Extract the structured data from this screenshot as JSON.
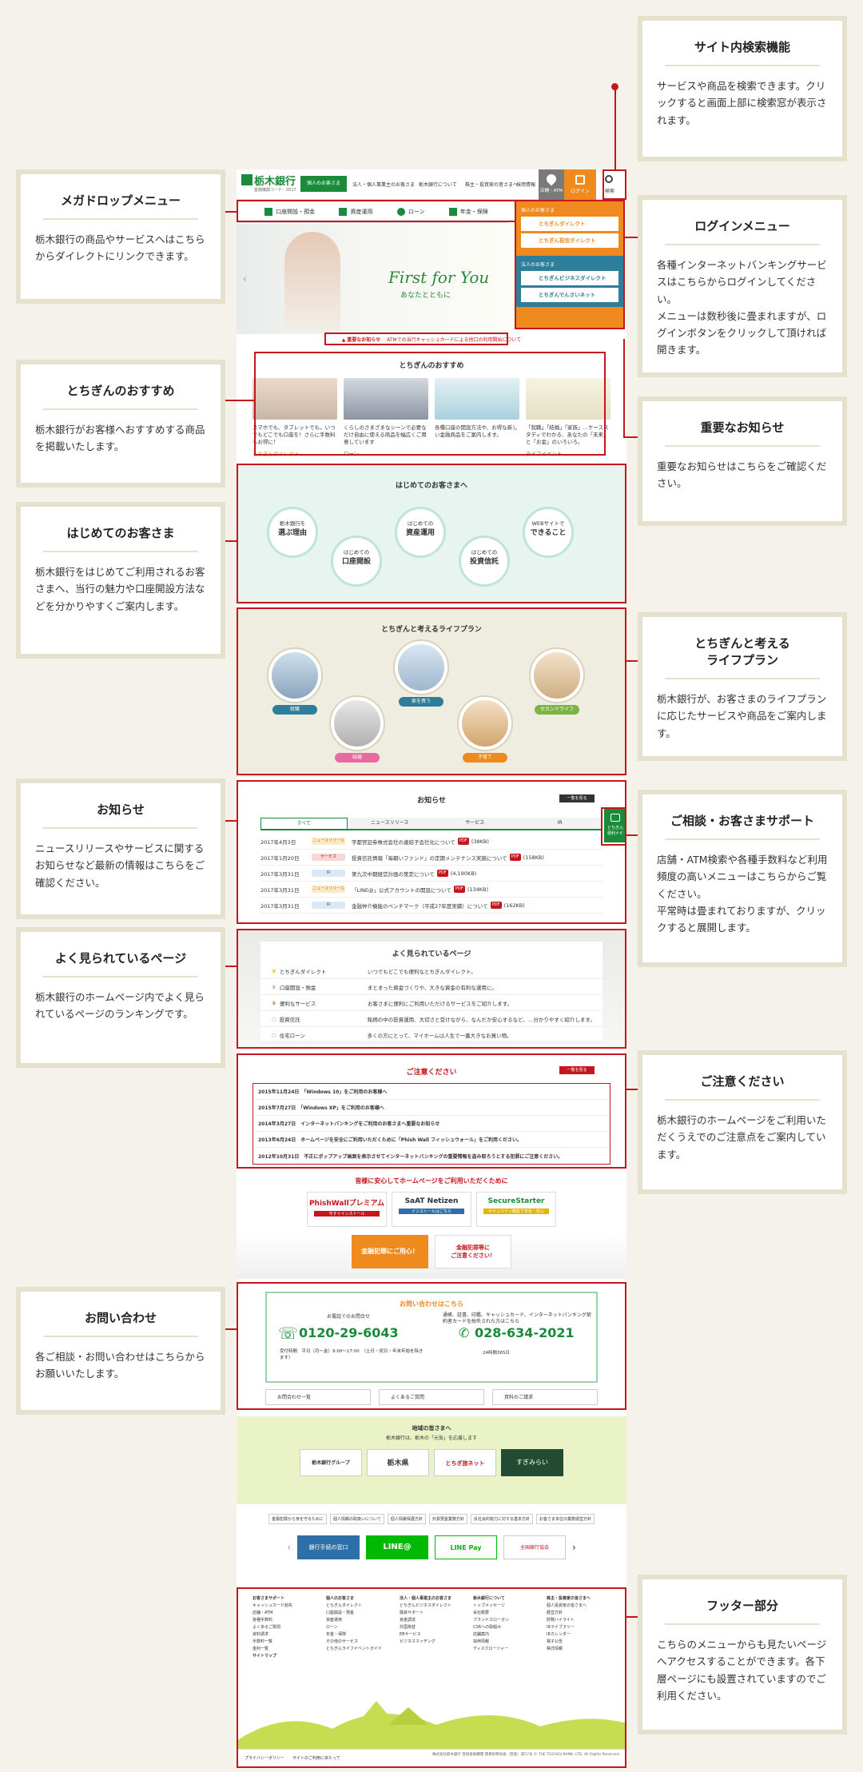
{
  "callouts": {
    "site_search": {
      "title": "サイト内検索機能",
      "desc": "サービスや商品を検索できます。クリックすると画面上部に検索窓が表示されます。"
    },
    "megadrop": {
      "title": "メガドロップメニュー",
      "desc": "栃木銀行の商品やサービスへはこちらからダイレクトにリンクできます。"
    },
    "login": {
      "title": "ログインメニュー",
      "desc": "各種インターネットバンキングサービスはこちらからログインしてください。\nメニューは数秒後に畳まれますが、ログインボタンをクリックして頂ければ開きます。"
    },
    "recommend": {
      "title": "とちぎんのおすすめ",
      "desc": "栃木銀行がお客様へおすすめする商品を掲載いたします。"
    },
    "important": {
      "title": "重要なお知らせ",
      "desc": "重要なお知らせはこちらをご確認ください。"
    },
    "first_time": {
      "title": "はじめてのお客さま",
      "desc": "栃木銀行をはじめてご利用されるお客さまへ、当行の魅力や口座開設方法などを分かりやすくご案内します。"
    },
    "lifeplan": {
      "title": "とちぎんと考える\nライフプラン",
      "desc": "栃木銀行が、お客さまのライフプランに応じたサービスや商品をご案内します。"
    },
    "news": {
      "title": "お知らせ",
      "desc": "ニュースリリースやサービスに関するお知らせなど最新の情報はこちらをご確認ください。"
    },
    "support": {
      "title": "ご相談・お客さまサポート",
      "desc": "店舗・ATM検索や各種手数料など利用頻度の高いメニューはこちらからご覧ください。\n平常時は畳まれておりますが、クリックすると展開します。"
    },
    "popular": {
      "title": "よく見られているページ",
      "desc": "栃木銀行のホームページ内でよく見られているページのランキングです。"
    },
    "caution": {
      "title": "ご注意ください",
      "desc": "栃木銀行のホームページをご利用いただくうえでのご注意点をご案内しています。"
    },
    "contact": {
      "title": "お問い合わせ",
      "desc": "各ご相談・お問い合わせはこちらからお願いいたします。"
    },
    "footer": {
      "title": "フッター部分",
      "desc": "こちらのメニューからも見たいページへアクセスすることができます。各下層ページにも設置されていますのでご利用ください。"
    }
  },
  "header": {
    "logo": "栃木銀行",
    "logo_sub": "金融機関コード：0517",
    "nav": [
      "個人のお客さま",
      "法人・個人事業主のお客さま",
      "栃木銀行について",
      "株主・投資家の皆さまへ",
      "採用情報"
    ],
    "store_atm": "店舗・ATM",
    "login": "ログイン",
    "search": "検索"
  },
  "megamenu": [
    "口座開設・預金",
    "資産運用",
    "ローン",
    "年金・保険"
  ],
  "hero": {
    "copy": "First for You",
    "sub": "あなたとともに"
  },
  "login_panel": {
    "personal_label": "個人のお客さま",
    "personal": [
      "とちぎんダイレクト",
      "とちぎん投信ダイレクト"
    ],
    "corporate_label": "法人のお客さま",
    "corporate": [
      "とちぎんビジネスダイレクト",
      "とちぎんでんさいネット"
    ]
  },
  "important_notice": {
    "label": "重要なお知らせ",
    "text": "ATMでの当行キャッシュカードによる他口の利用開始について"
  },
  "recommend": {
    "title": "とちぎんのおすすめ",
    "cards": [
      {
        "text": "スマホでも、タブレットでも。いつでもどこでも口座を！さらに手数料もお得に！",
        "tag": "とちぎんダイレクト"
      },
      {
        "text": "くらしのさまざまなシーンで必要なだけ自由に使える商品を幅広くご用意しています",
        "tag": "ローン"
      },
      {
        "text": "各種口座の開設方法や、お得な新しい金融商品をご案内します。",
        "tag": ""
      },
      {
        "text": "「就職」「結婚」「家族」…ケーススタディでわかる、あなたの「未来」と「お金」のいろいろ。",
        "tag": "ライフイベント"
      }
    ]
  },
  "first_time": {
    "title": "はじめてのお客さまへ",
    "items": [
      {
        "small": "栃木銀行を",
        "big": "選ぶ理由"
      },
      {
        "small": "はじめての",
        "big": "口座開設"
      },
      {
        "small": "はじめての",
        "big": "資産運用"
      },
      {
        "small": "はじめての",
        "big": "投資信託"
      },
      {
        "small": "WEBサイトで",
        "big": "できること"
      }
    ]
  },
  "lifeplan": {
    "title": "とちぎんと考えるライフプラン",
    "items": [
      "就職",
      "家を買う",
      "セカンドライフ",
      "結婚",
      "子育て"
    ]
  },
  "news": {
    "title": "お知らせ",
    "list_btn": "一覧を見る",
    "tabs": [
      "すべて",
      "ニュースリリース",
      "サービス",
      "IR"
    ],
    "rows": [
      {
        "date": "2017年4月3日",
        "tag": "ニュースリリース",
        "text": "宇都宮証券株式会社の連結子会社化について",
        "pdf": "PDF",
        "size": "(38KB)"
      },
      {
        "date": "2017年1月20日",
        "tag": "サービス",
        "text": "投資信託情報「毎朝いファンド」の定期メンテナンス実施について",
        "pdf": "PDF",
        "size": "(158KB)"
      },
      {
        "date": "2017年3月31日",
        "tag": "IR",
        "text": "第九次中期経営計画の策定について",
        "pdf": "PDF",
        "size": "(4,190KB)"
      },
      {
        "date": "2017年3月31日",
        "tag": "ニュースリリース",
        "text": "「LINE@」公式アカウントの開設について",
        "pdf": "PDF",
        "size": "(134KB)"
      },
      {
        "date": "2017年3月31日",
        "tag": "IR",
        "text": "金融仲介機能のベンチマーク（平成27年度実績）について",
        "pdf": "PDF",
        "size": "(162KB)"
      }
    ]
  },
  "support_tab": "とちぎん便利ナビ",
  "popular": {
    "title": "よく見られているページ",
    "rows": [
      {
        "name": "とちぎんダイレクト",
        "text": "いつでもどこでも便利なとちぎんダイレクト。"
      },
      {
        "name": "口座開設・預金",
        "text": "まとまった資金づくりや、大きな資金の有利な運用に。"
      },
      {
        "name": "便利なサービス",
        "text": "お客さまに便利にご利用いただけるサービスをご紹介します。"
      },
      {
        "name": "投資信託",
        "text": "銘柄の中の投資運用、大切さと受けながら、なんだか安心するなど、…分かりやすく紹介します。"
      },
      {
        "name": "住宅ローン",
        "text": "多くの方にとって、マイホームは人生で一番大きなお買い物。"
      }
    ]
  },
  "caution": {
    "title": "ご注意ください",
    "list_btn": "一覧を見る",
    "rows": [
      "2015年11月24日　「Windows 10」をご利用のお客様へ",
      "2015年7月27日　「Windows XP」をご利用のお客様へ",
      "2014年3月27日　インターネットバンキングをご利用のお客さまへ重要なお知らせ",
      "2013年6月24日　ホームページを安全にご利用いただくために「Phish Wall フィッシュウォール」をご利用ください。",
      "2012年10月31日　不正にポップアップ画面を表示させてインターネットバンキングの重要情報を盗み取ろうとする犯罪にご注意ください。"
    ]
  },
  "safety": {
    "title": "皆様に安心してホームページをご利用いただくために",
    "banners": [
      "PhishWallプレミアム",
      "SaAT Netizen",
      "SecureStarter"
    ],
    "banner_subs": [
      "今すぐインストール",
      "インストールはこちら",
      "セキュリティ機能で安全・安心"
    ],
    "fraud": [
      "金融犯罪にご用心！",
      "金融犯罪等に\nご注意ください！"
    ]
  },
  "contact": {
    "title": "お問い合わせはこちら",
    "left_label": "お電話でのお問合せ",
    "left_tel": "0120-29-6043",
    "left_hours": "受付時間　平日（月〜金）9:00〜17:00　（土日・祝日・年末年始を除きます）",
    "right_label": "通帳、証書、印鑑、キャッシュカード、インターネットバンキング契約者カードを紛失された方はこちら",
    "right_tel": "028-634-2021",
    "right_hours": "24時間365日",
    "buttons": [
      "お問合わせ一覧",
      "よくあるご質問",
      "資料のご請求"
    ]
  },
  "region": {
    "title": "地域の皆さまへ",
    "sub": "栃木銀行は、栃木の「元気」を応援します",
    "banners": [
      "栃木銀行グループ",
      "栃木県",
      "とちぎ旅ネット",
      "すぎみらい"
    ]
  },
  "bottom_links": [
    "金融犯罪から身を守るために",
    "個人情報の取扱いについて",
    "個人情報保護方針",
    "外貨預金業務方針",
    "反社会的勢力に対する基本方針",
    "お客さま本位の業務運営方針"
  ],
  "bottom_banners": [
    "銀行手続の窓口",
    "LINE@",
    "LINE Pay",
    "全国銀行協会"
  ],
  "footer": {
    "cols": [
      {
        "head": "お客さまサポート",
        "items": [
          "キャッシュカード紛失",
          "店舗・ATM",
          "各種手数料",
          "よくあるご質問",
          "資料請求",
          "手数料一覧",
          "金利一覧",
          "サイトマップ"
        ]
      },
      {
        "head": "個人のお客さま",
        "items": [
          "とちぎんダイレクト",
          "口座開設・預金",
          "資産運用",
          "ローン",
          "年金・保険",
          "その他のサービス",
          "とちぎんライフイベントガイド"
        ]
      },
      {
        "head": "法人・個人事業主のお客さま",
        "items": [
          "とちぎんビジネスダイレクト",
          "融資サポート",
          "資金調達",
          "外国為替",
          "EBサービス",
          "ビジネスマッチング"
        ]
      },
      {
        "head": "栃木銀行について",
        "items": [
          "トップメッセージ",
          "会社概要",
          "ブランドスローガン",
          "CSRへの取組み",
          "店舗案内",
          "採用情報",
          "ディスクロージャー"
        ]
      },
      {
        "head": "株主・投資家の皆さまへ",
        "items": [
          "個人投資家の皆さまへ",
          "経営方針",
          "財務ハイライト",
          "IRライブラリー",
          "IRカレンダー",
          "電子公告",
          "株式情報"
        ]
      }
    ],
    "bottom_left": [
      "プライバシーポリシー",
      "サイトのご利用にあたって"
    ],
    "copyright": "株式会社栃木銀行 登録金融機関 関東財務局長（登金）第57号 © THE TOCHIGI BANK, LTD. All Rights Reserved."
  },
  "colors": {
    "green": "#1a8b3b",
    "orange": "#ef8a1e",
    "red": "#c4161c",
    "teal_bg": "#e7f4ef",
    "beige_bg": "#efece0"
  }
}
